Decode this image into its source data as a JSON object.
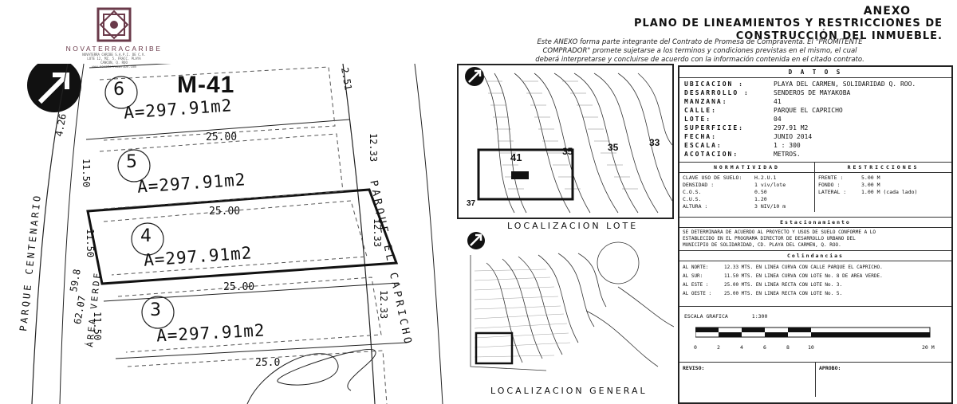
{
  "logo": {
    "name": "NOVATERRACARIBE",
    "small_lines": [
      "NOVATERRA CARIBE S.A.P.I. DE C.V.",
      "LOTE 12, MZ. 5, FRACC. PLAYA",
      "CANCUN, Q. ROO",
      "www.novaterracaribe.com"
    ]
  },
  "header": {
    "title_1": "ANEXO",
    "title_2": "PLANO DE LINEAMIENTOS Y RESTRICCIONES DE",
    "title_3": "CONSTRUCCIÓN DEL INMUEBLE.",
    "intro_1": "Este ANEXO forma parte integrante del Contrato de Promesa de Compraventa. El \"PROMITENTE",
    "intro_2": "COMPRADOR\" promete sujetarse a los terminos y condiciones previstas en el mismo, el cual",
    "intro_3": "deberá interpretarse y concluirse de acuerdo con la información contenida en el citado contrato."
  },
  "plan": {
    "manzana_label": "M-41",
    "lots": [
      {
        "num": "6",
        "area": "A=297.91m2"
      },
      {
        "num": "5",
        "area": "A=297.91m2"
      },
      {
        "num": "4",
        "area": "A=297.91m2"
      },
      {
        "num": "3",
        "area": "A=297.91m2"
      }
    ],
    "dim_25": "25.00",
    "dim_25b": "25.00",
    "dim_25c": "25.00",
    "dim_25d": "25.0",
    "dim_1233a": "12.33",
    "dim_1233b": "12.33",
    "dim_1233c": "12.33",
    "dim_1150a": "11.50",
    "dim_1150b": "11.50",
    "dim_1150c": "11.50",
    "dim_251": "2.51",
    "dim_426": "4.26",
    "dim_598": "59.8",
    "dim_6207": "62.07",
    "street_right": "PARQUE EL CAPRICHO",
    "street_left": "PARQUE CENTENARIO",
    "street_left2": "ÁREA VERDE"
  },
  "maps": {
    "lote_label": "LOCALIZACION LOTE",
    "general_label": "LOCALIZACION GENERAL",
    "m41": "41",
    "m35a": "35",
    "m35b": "35",
    "m33": "33",
    "m37": "37"
  },
  "datos": {
    "heading": "D A T O S",
    "rows": [
      {
        "k": "UBICACION :",
        "v": "PLAYA DEL CARMEN, SOLIDARIDAD Q. ROO."
      },
      {
        "k": "DESARROLLO :",
        "v": "SENDEROS DE MAYAKOBA"
      },
      {
        "k": "MANZANA:",
        "v": "41"
      },
      {
        "k": "CALLE:",
        "v": "PARQUE EL CAPRICHO"
      },
      {
        "k": "LOTE:",
        "v": "04"
      },
      {
        "k": "SUPERFICIE:",
        "v": "297.91 M2"
      },
      {
        "k": "FECHA:",
        "v": "JUNIO 2014"
      },
      {
        "k": "ESCALA:",
        "v": "1 : 300"
      },
      {
        "k": "ACOTACION:",
        "v": "METROS."
      }
    ]
  },
  "normatividad": {
    "heading": "NORMATIVIDAD",
    "rows": [
      {
        "k": "CLAVE USO DE SUELO:",
        "v": "H.2.U.1"
      },
      {
        "k": "DENSIDAD :",
        "v": "1 viv/lote"
      },
      {
        "k": "C.O.S.",
        "v": "0.50"
      },
      {
        "k": "C.U.S.",
        "v": "1.20"
      },
      {
        "k": "ALTURA :",
        "v": "3 NIV/10 m"
      }
    ]
  },
  "restricciones": {
    "heading": "RESTRICCIONES",
    "rows": [
      {
        "k": "FRENTE :",
        "v": "5.00 M"
      },
      {
        "k": "FONDO :",
        "v": "3.00 M"
      },
      {
        "k": "LATERAL :",
        "v": "1.00 M (cada lado)"
      }
    ]
  },
  "estacionamiento": {
    "heading": "Estacionamiento",
    "text_1": "SE DETERMINARA DE ACUERDO AL PROYECTO Y USOS DE SUELO CONFORME A LO",
    "text_2": "ESTABLECIDO EN EL PROGRAMA DIRECTOR DE DESARROLLO URBANO DEL",
    "text_3": "MUNICIPIO DE SOLIDARIDAD, CD. PLAYA DEL CARMEN, Q. ROO."
  },
  "colindancias": {
    "heading": "Colindancias",
    "rows": [
      {
        "k": "AL NORTE:",
        "v": "12.33 MTS. EN LINEA CURVA CON CALLE PARQUE EL CAPRICHO."
      },
      {
        "k": "AL SUR:",
        "v": "11.50 MTS. EN LINEA CURVA CON LOTE No. 8 DE AREA VERDE."
      },
      {
        "k": "AL ESTE :",
        "v": "25.00 MTS. EN LINEA RECTA CON LOTE No. 3."
      },
      {
        "k": "AL OESTE :",
        "v": "25.00 MTS. EN LINEA RECTA CON LOTE No. 5."
      }
    ]
  },
  "escala": {
    "label": "ESCALA GRAFICA",
    "value": "1:300",
    "ticks": [
      "0",
      "2",
      "4",
      "6",
      "8",
      "10",
      "20 M"
    ]
  },
  "footer": {
    "reviso": "REVISO:",
    "aprobo": "APROBO:"
  }
}
